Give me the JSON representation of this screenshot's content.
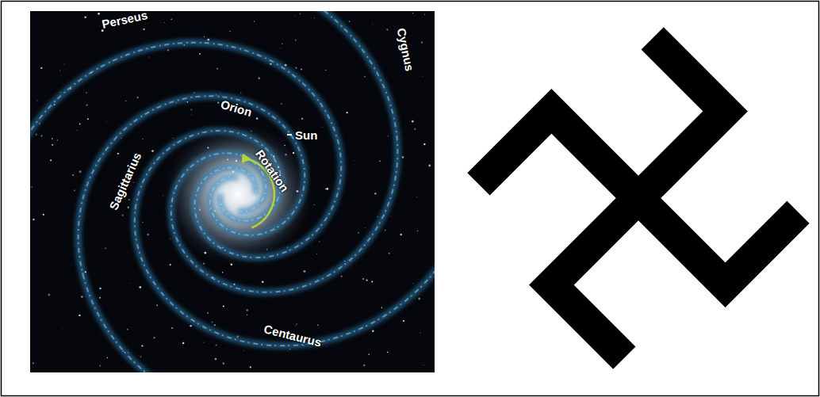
{
  "diagram": {
    "labels": [
      "Perseus",
      "Cygnus",
      "Orion",
      "Sun",
      "Rotation",
      "Sagittarius",
      "Centaurus"
    ]
  }
}
